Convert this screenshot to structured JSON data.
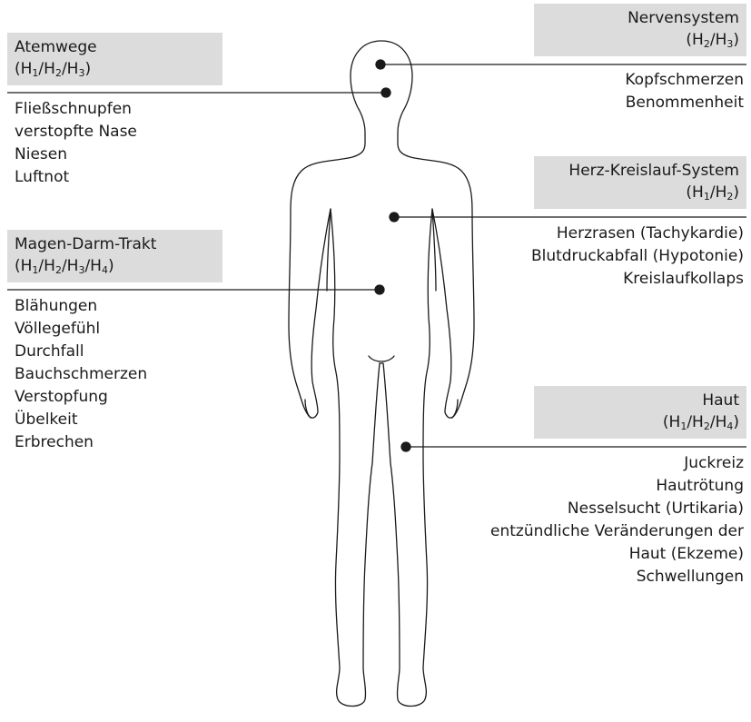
{
  "categories": {
    "atemwege": {
      "title": "Atemwege",
      "receptors": [
        "1",
        "2",
        "3"
      ],
      "symptoms": [
        "Fließschnupfen",
        "verstopfte Nase",
        "Niesen",
        "Luftnot"
      ]
    },
    "magen_darm": {
      "title": "Magen-Darm-Trakt",
      "receptors": [
        "1",
        "2",
        "3",
        "4"
      ],
      "symptoms": [
        "Blähungen",
        "Völlegefühl",
        "Durchfall",
        "Bauchschmerzen",
        "Verstopfung",
        "Übelkeit",
        "Erbrechen"
      ]
    },
    "nervensystem": {
      "title": "Nervensystem",
      "receptors": [
        "2",
        "3"
      ],
      "symptoms": [
        "Kopfschmerzen",
        "Benommenheit"
      ]
    },
    "herz_kreislauf": {
      "title": "Herz-Kreislauf-System",
      "receptors": [
        "1",
        "2"
      ],
      "symptoms": [
        "Herzrasen (Tachykardie)",
        "Blutdruckabfall (Hypotonie)",
        "Kreislaufkollaps"
      ]
    },
    "haut": {
      "title": "Haut",
      "receptors": [
        "1",
        "2",
        "4"
      ],
      "symptoms": [
        "Juckreiz",
        "Hautrötung",
        "Nesselsucht (Urtikaria)",
        "entzündliche Veränderungen der",
        "Haut (Ekzeme)",
        "Schwellungen"
      ]
    }
  },
  "colors": {
    "label_background": "#dcdcdc",
    "line": "#1a1a1a",
    "dot": "#1a1a1a",
    "body_outline": "#1a1a1a"
  }
}
